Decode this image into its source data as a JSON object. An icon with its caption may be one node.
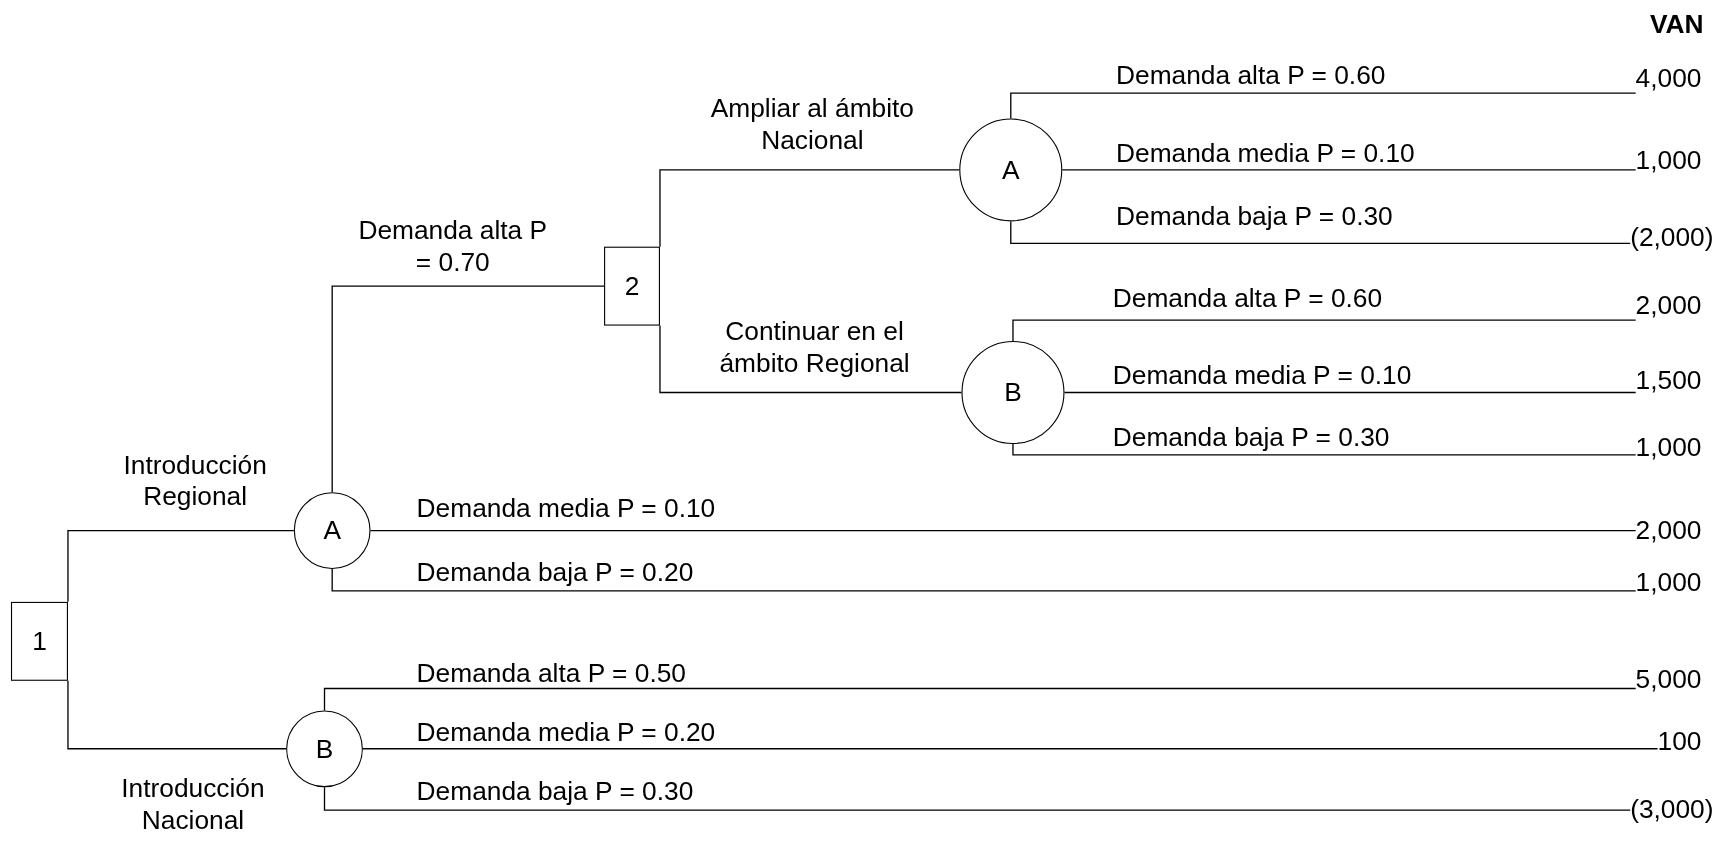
{
  "diagram": {
    "nodes": [
      {
        "text": [
          "1"
        ]
      },
      {
        "text": [
          "A"
        ]
      },
      {
        "text": [
          "2"
        ]
      },
      {
        "text": [
          "A"
        ]
      },
      {
        "text": [
          "B"
        ]
      },
      {
        "text": [
          "B"
        ]
      },
      {
        "text": [
          "4,000"
        ]
      },
      {
        "text": [
          "1,000"
        ]
      },
      {
        "text": [
          "(2,000)"
        ]
      },
      {
        "text": [
          "2,000"
        ]
      },
      {
        "text": [
          "1,500"
        ]
      },
      {
        "text": [
          "1,000"
        ]
      },
      {
        "text": [
          "2,000"
        ]
      },
      {
        "text": [
          "1,000"
        ]
      },
      {
        "text": [
          "5,000"
        ]
      },
      {
        "text": [
          "100"
        ]
      },
      {
        "text": [
          "(3,000)"
        ]
      }
    ],
    "edges": [
      {
        "from": 0,
        "to": 1,
        "arrow": "none",
        "label": "Introducción Regional"
      },
      {
        "from": 0,
        "to": 5,
        "arrow": "none",
        "label": "Introducción Nacional"
      },
      {
        "from": 1,
        "to": 2,
        "arrow": "none",
        "label": "Demanda alta P = 0.70"
      },
      {
        "from": 2,
        "to": 3,
        "arrow": "none",
        "label": "Ampliar al ámbito Nacional"
      },
      {
        "from": 2,
        "to": 4,
        "arrow": "none",
        "label": "Continuar en el ámbito Regional"
      },
      {
        "from": 3,
        "to": 6,
        "arrow": "none",
        "label": "Demanda alta P = 0.60"
      },
      {
        "from": 3,
        "to": 7,
        "arrow": "none",
        "label": "Demanda media P = 0.10"
      },
      {
        "from": 3,
        "to": 8,
        "arrow": "none",
        "label": "Demanda baja P = 0.30"
      },
      {
        "from": 4,
        "to": 9,
        "arrow": "none",
        "label": "Demanda alta P = 0.60"
      },
      {
        "from": 4,
        "to": 10,
        "arrow": "none",
        "label": "Demanda media P = 0.10"
      },
      {
        "from": 4,
        "to": 11,
        "arrow": "none",
        "label": "Demanda baja P = 0.30"
      },
      {
        "from": 1,
        "to": 12,
        "arrow": "none",
        "label": "Demanda media P = 0.10"
      },
      {
        "from": 1,
        "to": 13,
        "arrow": "none",
        "label": "Demanda baja P = 0.20"
      },
      {
        "from": 5,
        "to": 14,
        "arrow": "none",
        "label": "Demanda alta P = 0.50"
      },
      {
        "from": 5,
        "to": 15,
        "arrow": "none",
        "label": "Demanda media P = 0.20"
      },
      {
        "from": 5,
        "to": 16,
        "arrow": "none",
        "label": "Demanda baja P = 0.30"
      }
    ],
    "labels": [
      "VAN"
    ]
  }
}
